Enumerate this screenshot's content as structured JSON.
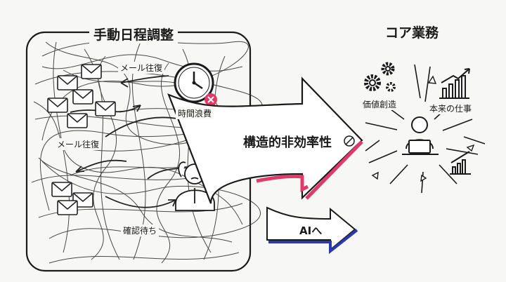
{
  "left_panel": {
    "title": "手動日程調整",
    "labels": {
      "mail_top": "メール往復",
      "mail_mid": "メール往復",
      "time_waste": "時間浪費",
      "confirm_wait": "確認待ち"
    }
  },
  "arrow_main": {
    "label": "構造的非効率性",
    "accent_color": "#e03a6b"
  },
  "arrow_ai": {
    "label": "AIへ",
    "accent_color": "#2b3aa8"
  },
  "right_panel": {
    "title": "コア業務",
    "labels": {
      "value_creation": "価値創造",
      "real_work": "本来の仕事"
    }
  },
  "icons": {
    "envelope": "envelope-icon",
    "clock": "clock-icon",
    "stressed_person": "stressed-person-icon",
    "gears": "gears-icon",
    "growth_chart": "bar-chart-up-icon",
    "worker": "person-laptop-icon",
    "no_symbol": "no-entry-icon",
    "error_badge": "x-circle-icon"
  }
}
